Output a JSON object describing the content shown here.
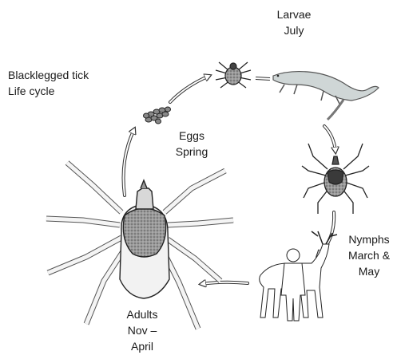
{
  "title": {
    "line1": "Blacklegged tick",
    "line2": "Life cycle"
  },
  "stages": {
    "larvae": {
      "line1": "Larvae",
      "line2": "July",
      "host_icon": "lizard-icon"
    },
    "eggs": {
      "line1": "Eggs",
      "line2": "Spring"
    },
    "nymphs": {
      "line1": "Nymphs",
      "line2": "March &",
      "line3": "May",
      "host_icon": "human-and-deer-icon"
    },
    "adults": {
      "line1": "Adults",
      "line2": "Nov –",
      "line3": "April"
    }
  }
}
